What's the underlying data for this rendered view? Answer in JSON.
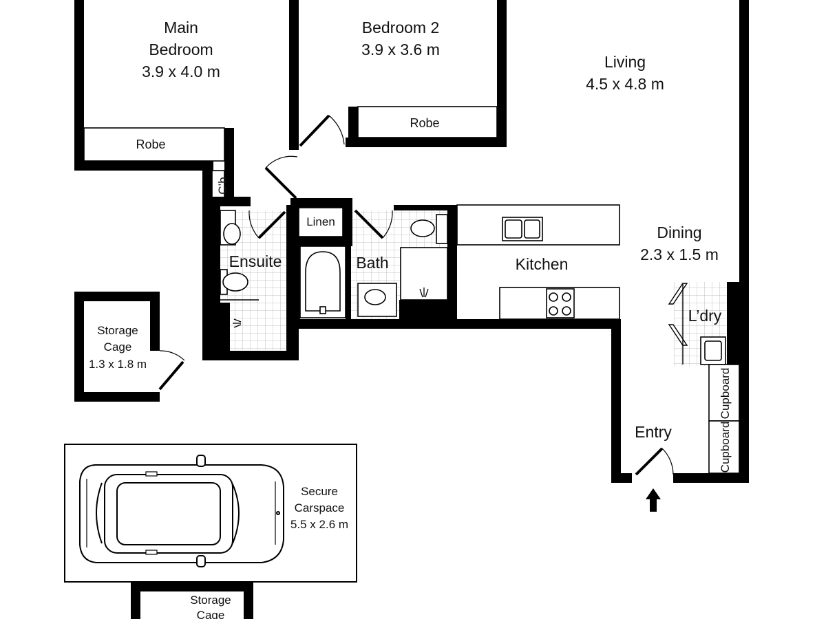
{
  "rooms": {
    "main_bedroom": {
      "name_line1": "Main",
      "name_line2": "Bedroom",
      "dims": "3.9 x 4.0 m"
    },
    "bedroom2": {
      "name": "Bedroom 2",
      "dims": "3.9 x 3.6 m"
    },
    "living": {
      "name": "Living",
      "dims": "4.5 x 4.8 m"
    },
    "dining": {
      "name": "Dining",
      "dims": "2.3 x 1.5 m"
    },
    "kitchen": {
      "name": "Kitchen"
    },
    "ensuite": {
      "name": "Ensuite"
    },
    "bath": {
      "name": "Bath"
    },
    "linen": {
      "name": "Linen"
    },
    "laundry": {
      "name": "L’dry"
    },
    "entry": {
      "name": "Entry"
    },
    "cupboard_b": {
      "name": "C’b"
    },
    "robe_main": {
      "name": "Robe"
    },
    "robe_bed2": {
      "name": "Robe"
    },
    "cupboard_1": {
      "name": "Cupboard"
    },
    "cupboard_2": {
      "name": "Cupboard"
    },
    "storage_cage_1": {
      "name_line1": "Storage",
      "name_line2": "Cage",
      "dims": "1.3 x 1.8 m"
    },
    "carspace": {
      "name_line1": "Secure",
      "name_line2": "Carspace",
      "dims": "5.5 x 2.6 m"
    },
    "storage_cage_2": {
      "name_line1": "Storage",
      "name_line2": "Cage"
    }
  },
  "icons": {
    "entry_arrow": "entry-arrow-icon",
    "car": "car-icon",
    "sink": "sink-icon",
    "toilet": "toilet-icon",
    "bathtub": "bathtub-icon",
    "cooktop": "cooktop-icon",
    "shower": "shower-icon"
  },
  "colors": {
    "wall": "#000000",
    "background": "#ffffff",
    "tile_grid": "#b0b0b0"
  }
}
